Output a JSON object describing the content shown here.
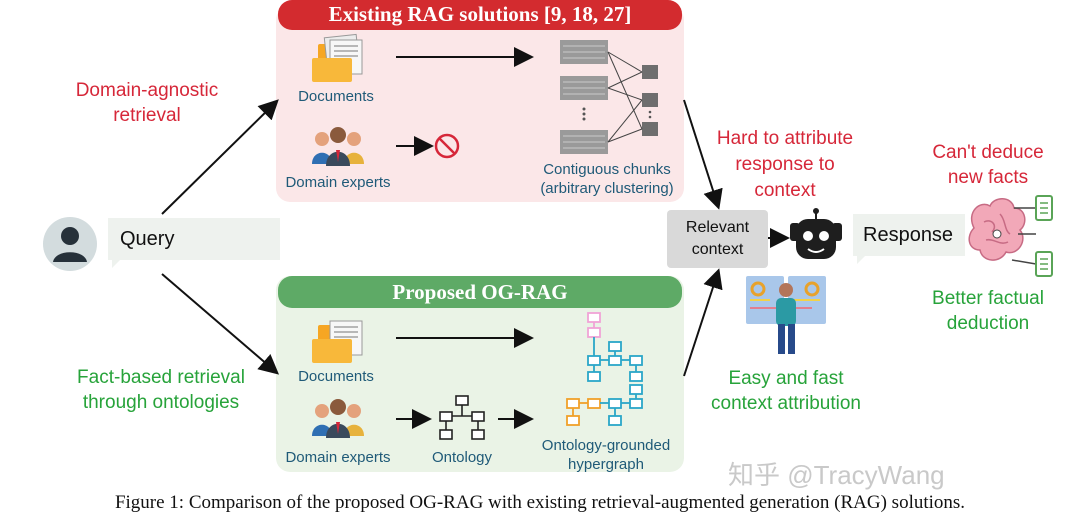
{
  "top_panel": {
    "title": "Existing RAG solutions [9, 18, 27]",
    "documents": "Documents",
    "domain_experts": "Domain experts",
    "chunks_line1": "Contiguous chunks",
    "chunks_line2": "(arbitrary clustering)"
  },
  "bottom_panel": {
    "title": "Proposed OG-RAG",
    "documents": "Documents",
    "domain_experts": "Domain experts",
    "ontology": "Ontology",
    "hypergraph_line1": "Ontology-grounded",
    "hypergraph_line2": "hypergraph"
  },
  "left": {
    "red_line1": "Domain-agnostic",
    "red_line2": "retrieval",
    "query": "Query",
    "green_line1": "Fact-based retrieval",
    "green_line2": "through ontologies"
  },
  "middle": {
    "hard_line1": "Hard to attribute",
    "hard_line2": "response to",
    "hard_line3": "context",
    "context_line1": "Relevant",
    "context_line2": "context",
    "easy_line1": "Easy and fast",
    "easy_line2": "context attribution"
  },
  "right": {
    "response": "Response",
    "cant_line1": "Can't deduce",
    "cant_line2": "new facts",
    "better_line1": "Better factual",
    "better_line2": "deduction"
  },
  "caption": "Figure 1: Comparison of the proposed OG-RAG with existing retrieval-augmented generation (RAG) solutions.",
  "watermark": "知乎 @TracyWang",
  "colors": {
    "red": "#d62739",
    "green": "#27a33a",
    "label_blue": "#1f5a78",
    "banner_red": "#d32b2f",
    "banner_green": "#5eaa66"
  },
  "icons": [
    "user-icon",
    "documents-icon",
    "experts-icon",
    "prohibited-icon",
    "chunks-icon",
    "robot-icon",
    "brain-icon",
    "person-reading-icon",
    "ontology-icon",
    "hypergraph-icon"
  ]
}
